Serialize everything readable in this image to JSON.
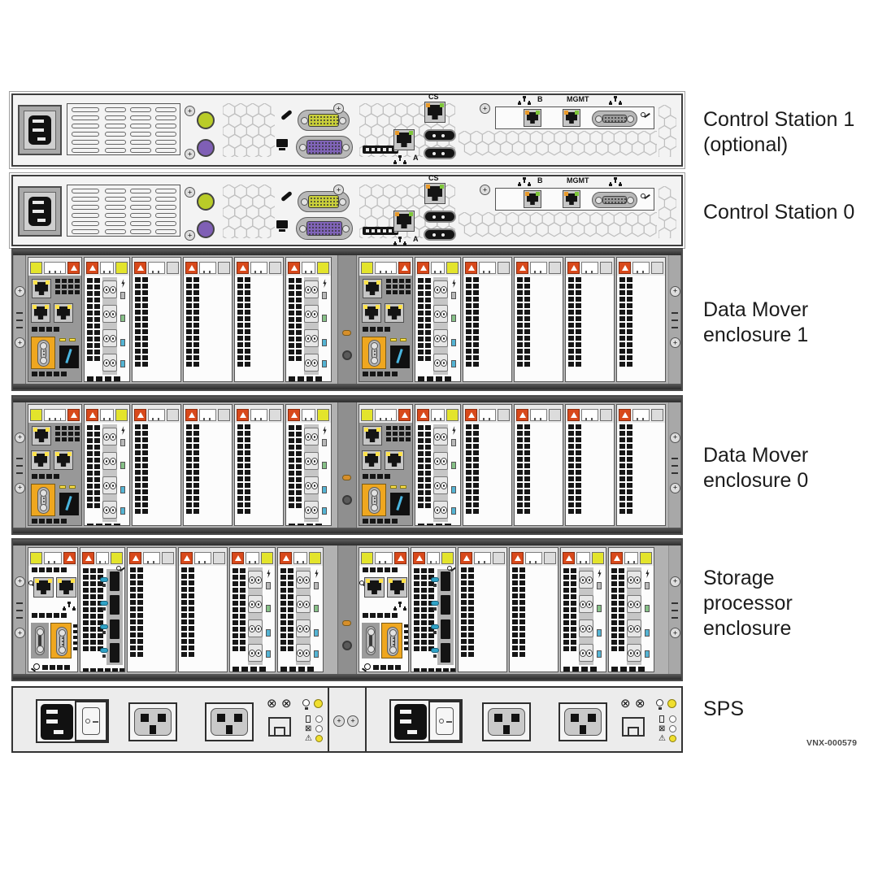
{
  "figure_code": "VNX-000579",
  "side_labels": [
    {
      "lines": [
        "Control Station 1",
        "(optional)"
      ]
    },
    {
      "lines": [
        "Control Station 0"
      ]
    },
    {
      "lines": [
        "Data Mover",
        "enclosure 1"
      ]
    },
    {
      "lines": [
        "Data Mover",
        "enclosure 0"
      ]
    },
    {
      "lines": [
        "Storage",
        "processor",
        "enclosure"
      ]
    },
    {
      "lines": [
        "SPS"
      ]
    }
  ],
  "control_station": {
    "ports": {
      "cs": "CS",
      "a": "A",
      "b": "B",
      "mgmt": "MGMT"
    }
  },
  "enclosure_layouts": {
    "data_mover": {
      "left": [
        "mgmt",
        "fiber",
        "blank",
        "blank",
        "blank",
        "fiber"
      ],
      "right": [
        "mgmt",
        "fiber",
        "blank",
        "blank",
        "blank",
        "blank"
      ]
    },
    "storage_processor": {
      "left": [
        "mgmt",
        "sas",
        "blank",
        "blank",
        "fiber",
        "fiber"
      ],
      "right": [
        "mgmt",
        "sas",
        "blank",
        "blank",
        "fiber",
        "fiber"
      ]
    }
  },
  "colors": {
    "label_yellow": "#e3e42c",
    "blank_gray": "#dcdcdc",
    "warning_orange": "#d8491b",
    "amber_serial": "#efa71f",
    "blue_indicator": "#54b4d4",
    "sas_blue": "#2fa3c7",
    "green_indicator": "#86c187",
    "led_yellow": "#ffe24a",
    "ps2_green": "#b9cc28",
    "ps2_purple": "#7f5fb5",
    "vga_purple": "#8064b8",
    "serial_green": "#c9cf3a",
    "module_gray": "#989898",
    "module_white": "#fcfcfc",
    "status_yellow": "#f0df2e"
  }
}
